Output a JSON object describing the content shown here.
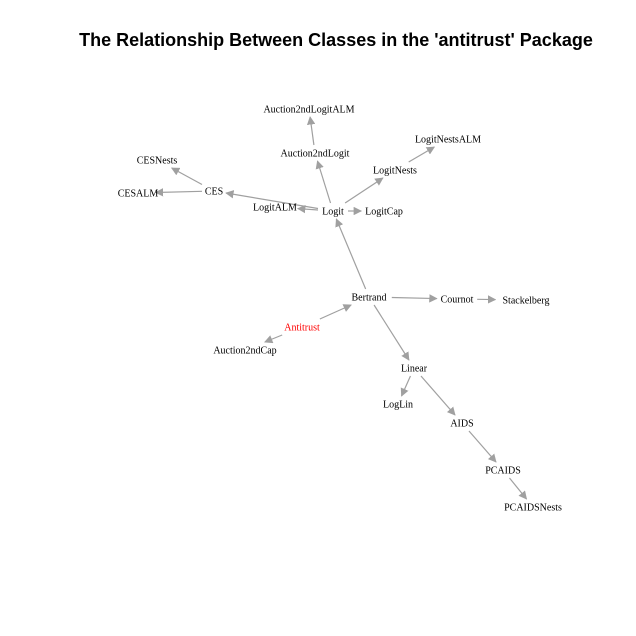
{
  "title": "The Relationship Between Classes in the 'antitrust' Package",
  "colors": {
    "edge": "#a0a0a0",
    "label": "#000000",
    "highlight": "#ff0000",
    "background": "#ffffff"
  },
  "nodes": [
    {
      "id": "Antitrust",
      "label": "Antitrust",
      "highlight": true
    },
    {
      "id": "Bertrand",
      "label": "Bertrand"
    },
    {
      "id": "Auction2ndCap",
      "label": "Auction2ndCap"
    },
    {
      "id": "Cournot",
      "label": "Cournot"
    },
    {
      "id": "Stackelberg",
      "label": "Stackelberg"
    },
    {
      "id": "Logit",
      "label": "Logit"
    },
    {
      "id": "Linear",
      "label": "Linear"
    },
    {
      "id": "LogLin",
      "label": "LogLin"
    },
    {
      "id": "AIDS",
      "label": "AIDS"
    },
    {
      "id": "PCAIDS",
      "label": "PCAIDS"
    },
    {
      "id": "PCAIDSNests",
      "label": "PCAIDSNests"
    },
    {
      "id": "LogitALM",
      "label": "LogitALM"
    },
    {
      "id": "LogitCap",
      "label": "LogitCap"
    },
    {
      "id": "LogitNests",
      "label": "LogitNests"
    },
    {
      "id": "LogitNestsALM",
      "label": "LogitNestsALM"
    },
    {
      "id": "Auction2ndLogit",
      "label": "Auction2ndLogit"
    },
    {
      "id": "Auction2ndLogitALM",
      "label": "Auction2ndLogitALM"
    },
    {
      "id": "CES",
      "label": "CES"
    },
    {
      "id": "CESNests",
      "label": "CESNests"
    },
    {
      "id": "CESALM",
      "label": "CESALM"
    }
  ],
  "edges": [
    {
      "from": "Antitrust",
      "to": "Bertrand"
    },
    {
      "from": "Antitrust",
      "to": "Auction2ndCap"
    },
    {
      "from": "Bertrand",
      "to": "Cournot"
    },
    {
      "from": "Cournot",
      "to": "Stackelberg"
    },
    {
      "from": "Bertrand",
      "to": "Logit"
    },
    {
      "from": "Bertrand",
      "to": "Linear"
    },
    {
      "from": "Linear",
      "to": "LogLin"
    },
    {
      "from": "Linear",
      "to": "AIDS"
    },
    {
      "from": "AIDS",
      "to": "PCAIDS"
    },
    {
      "from": "PCAIDS",
      "to": "PCAIDSNests"
    },
    {
      "from": "Logit",
      "to": "LogitALM"
    },
    {
      "from": "Logit",
      "to": "LogitCap"
    },
    {
      "from": "Logit",
      "to": "LogitNests"
    },
    {
      "from": "LogitNests",
      "to": "LogitNestsALM"
    },
    {
      "from": "Logit",
      "to": "Auction2ndLogit"
    },
    {
      "from": "Auction2ndLogit",
      "to": "Auction2ndLogitALM"
    },
    {
      "from": "Logit",
      "to": "CES"
    },
    {
      "from": "CES",
      "to": "CESNests"
    },
    {
      "from": "CES",
      "to": "CESALM"
    }
  ]
}
